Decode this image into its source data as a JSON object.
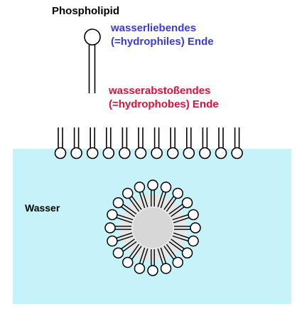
{
  "title": "Phospholipid",
  "hydrophilic": {
    "line1": "wasserliebendes",
    "line2": "(=hydrophiles) Ende",
    "color": "#3b3bd0"
  },
  "hydrophobic": {
    "line1": "wasserabstoßendes",
    "line2": "(=hydrophobes) Ende",
    "color": "#e0103a"
  },
  "water_label": "Wasser",
  "colors": {
    "water": "#c6f3f9",
    "micelle_core": "#d7d7d7",
    "line": "#000000",
    "head": "#ffffff"
  },
  "monolayer_count": 12,
  "micelle_count": 20
}
